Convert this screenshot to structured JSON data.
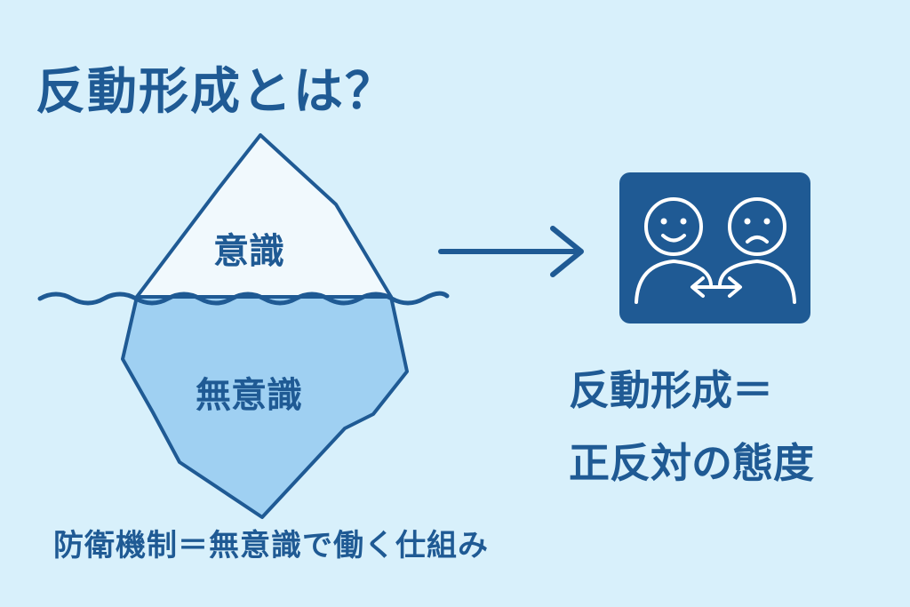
{
  "title": "反動形成とは？",
  "iceberg": {
    "above_label": "意識",
    "below_label": "無意識"
  },
  "definition": {
    "line1": "反動形成＝",
    "line2": "正反対の態度"
  },
  "caption": "防衛機制＝無意識で働く仕組み",
  "icons": {
    "arrow": "right-arrow-icon",
    "faces": "happy-sad-faces-icon",
    "swap": "left-right-arrow-icon"
  },
  "colors": {
    "background": "#d8f0fb",
    "primary": "#1f5a94",
    "ice_above": "#f1f9fd",
    "ice_below": "#9fd0f2"
  }
}
